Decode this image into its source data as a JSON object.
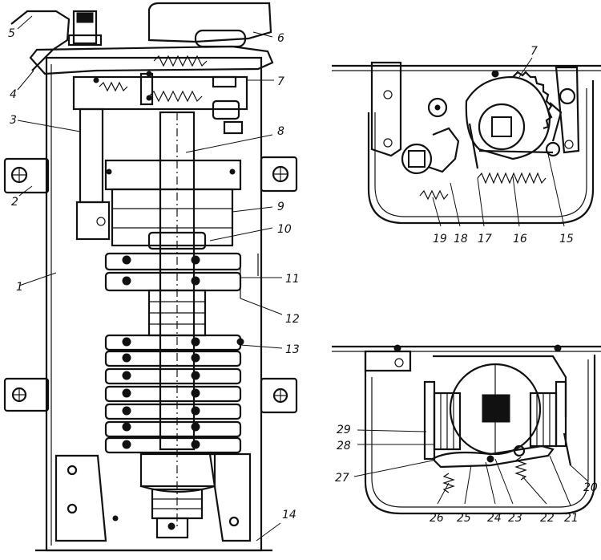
{
  "figure": {
    "left_view": {
      "callouts": [
        "5",
        "4",
        "3",
        "2",
        "1",
        "6",
        "7",
        "8",
        "9",
        "10",
        "11",
        "12",
        "13",
        "14"
      ]
    },
    "top_right_view": {
      "callouts": [
        "7",
        "19",
        "18",
        "17",
        "16",
        "15"
      ]
    },
    "bottom_right_view": {
      "callouts": [
        "29",
        "28",
        "27",
        "26",
        "25",
        "24",
        "23",
        "22",
        "21",
        "20"
      ]
    }
  }
}
